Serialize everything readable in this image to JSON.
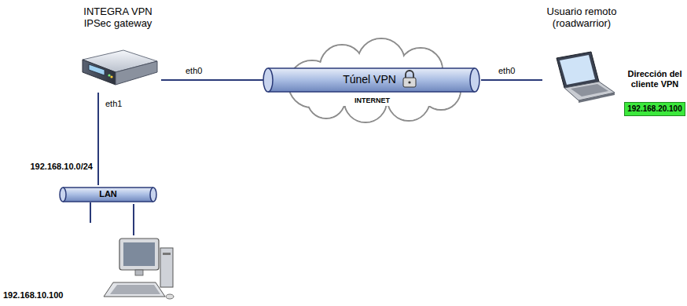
{
  "diagram": {
    "nodes": [
      {
        "text": [
          "INTEGRA VPN IPSec gateway"
        ]
      },
      {
        "text": [
          "Túnel VPN",
          "INTERNET"
        ]
      },
      {
        "text": [
          "Usuario remoto (roadwarrior)"
        ]
      },
      {
        "text": [
          "Dirección del cliente VPN",
          "192.168.20.100"
        ]
      },
      {
        "text": [
          "LAN"
        ]
      },
      {
        "text": [
          "192.168.10.100"
        ]
      }
    ],
    "edges": [
      {
        "from": 0,
        "to": 1,
        "arrow": "none"
      },
      {
        "from": 1,
        "to": 2,
        "arrow": "none"
      },
      {
        "from": 0,
        "to": 4,
        "arrow": "none"
      },
      {
        "from": 4,
        "to": 5,
        "arrow": "none"
      }
    ],
    "labels": [
      "eth0",
      "eth0",
      "eth1",
      "192.168.10.0/24"
    ]
  }
}
